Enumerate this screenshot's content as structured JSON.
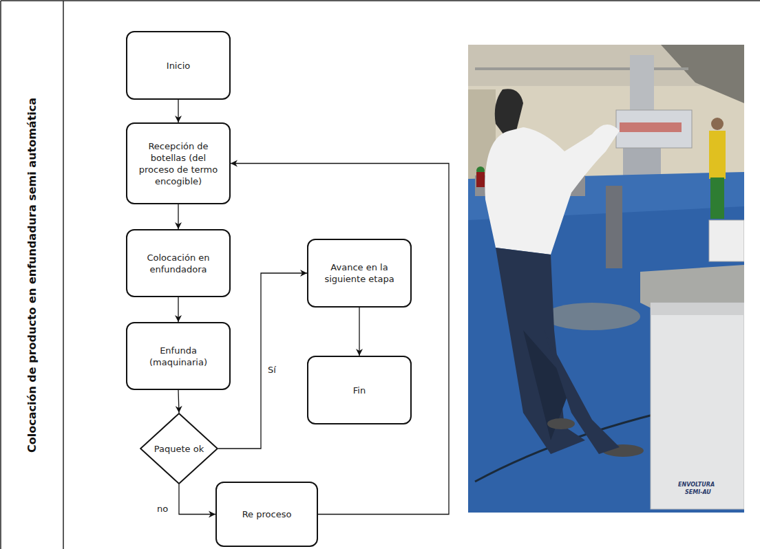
{
  "diagram": {
    "nodes": [
      {
        "text": [
          "Inicio"
        ]
      },
      {
        "text": [
          "Recepción de botellas (del proceso de termo encogible)"
        ]
      },
      {
        "text": [
          "Colocación en enfundadora"
        ]
      },
      {
        "text": [
          "Enfunda (maquinaria)"
        ]
      },
      {
        "text": [
          "Paquete ok"
        ]
      },
      {
        "text": [
          "Avance en la siguiente etapa"
        ]
      },
      {
        "text": [
          "Fin"
        ]
      },
      {
        "text": [
          "Re proceso"
        ]
      }
    ],
    "edges": [
      {
        "from": 0,
        "to": 1,
        "arrow": "to"
      },
      {
        "from": 1,
        "to": 2,
        "arrow": "to"
      },
      {
        "from": 2,
        "to": 3,
        "arrow": "to"
      },
      {
        "from": 3,
        "to": 4,
        "arrow": "to"
      },
      {
        "from": 4,
        "to": 5,
        "label": "Sí",
        "arrow": "to"
      },
      {
        "from": 5,
        "to": 6,
        "arrow": "to"
      },
      {
        "from": 4,
        "to": 7,
        "label": "no",
        "arrow": "to"
      },
      {
        "from": 7,
        "to": 1,
        "arrow": "to"
      }
    ],
    "labels": [
      "Colocación de producto en enfundadura semi automática",
      "ENVOLTURA",
      "SEMI-AU"
    ]
  }
}
